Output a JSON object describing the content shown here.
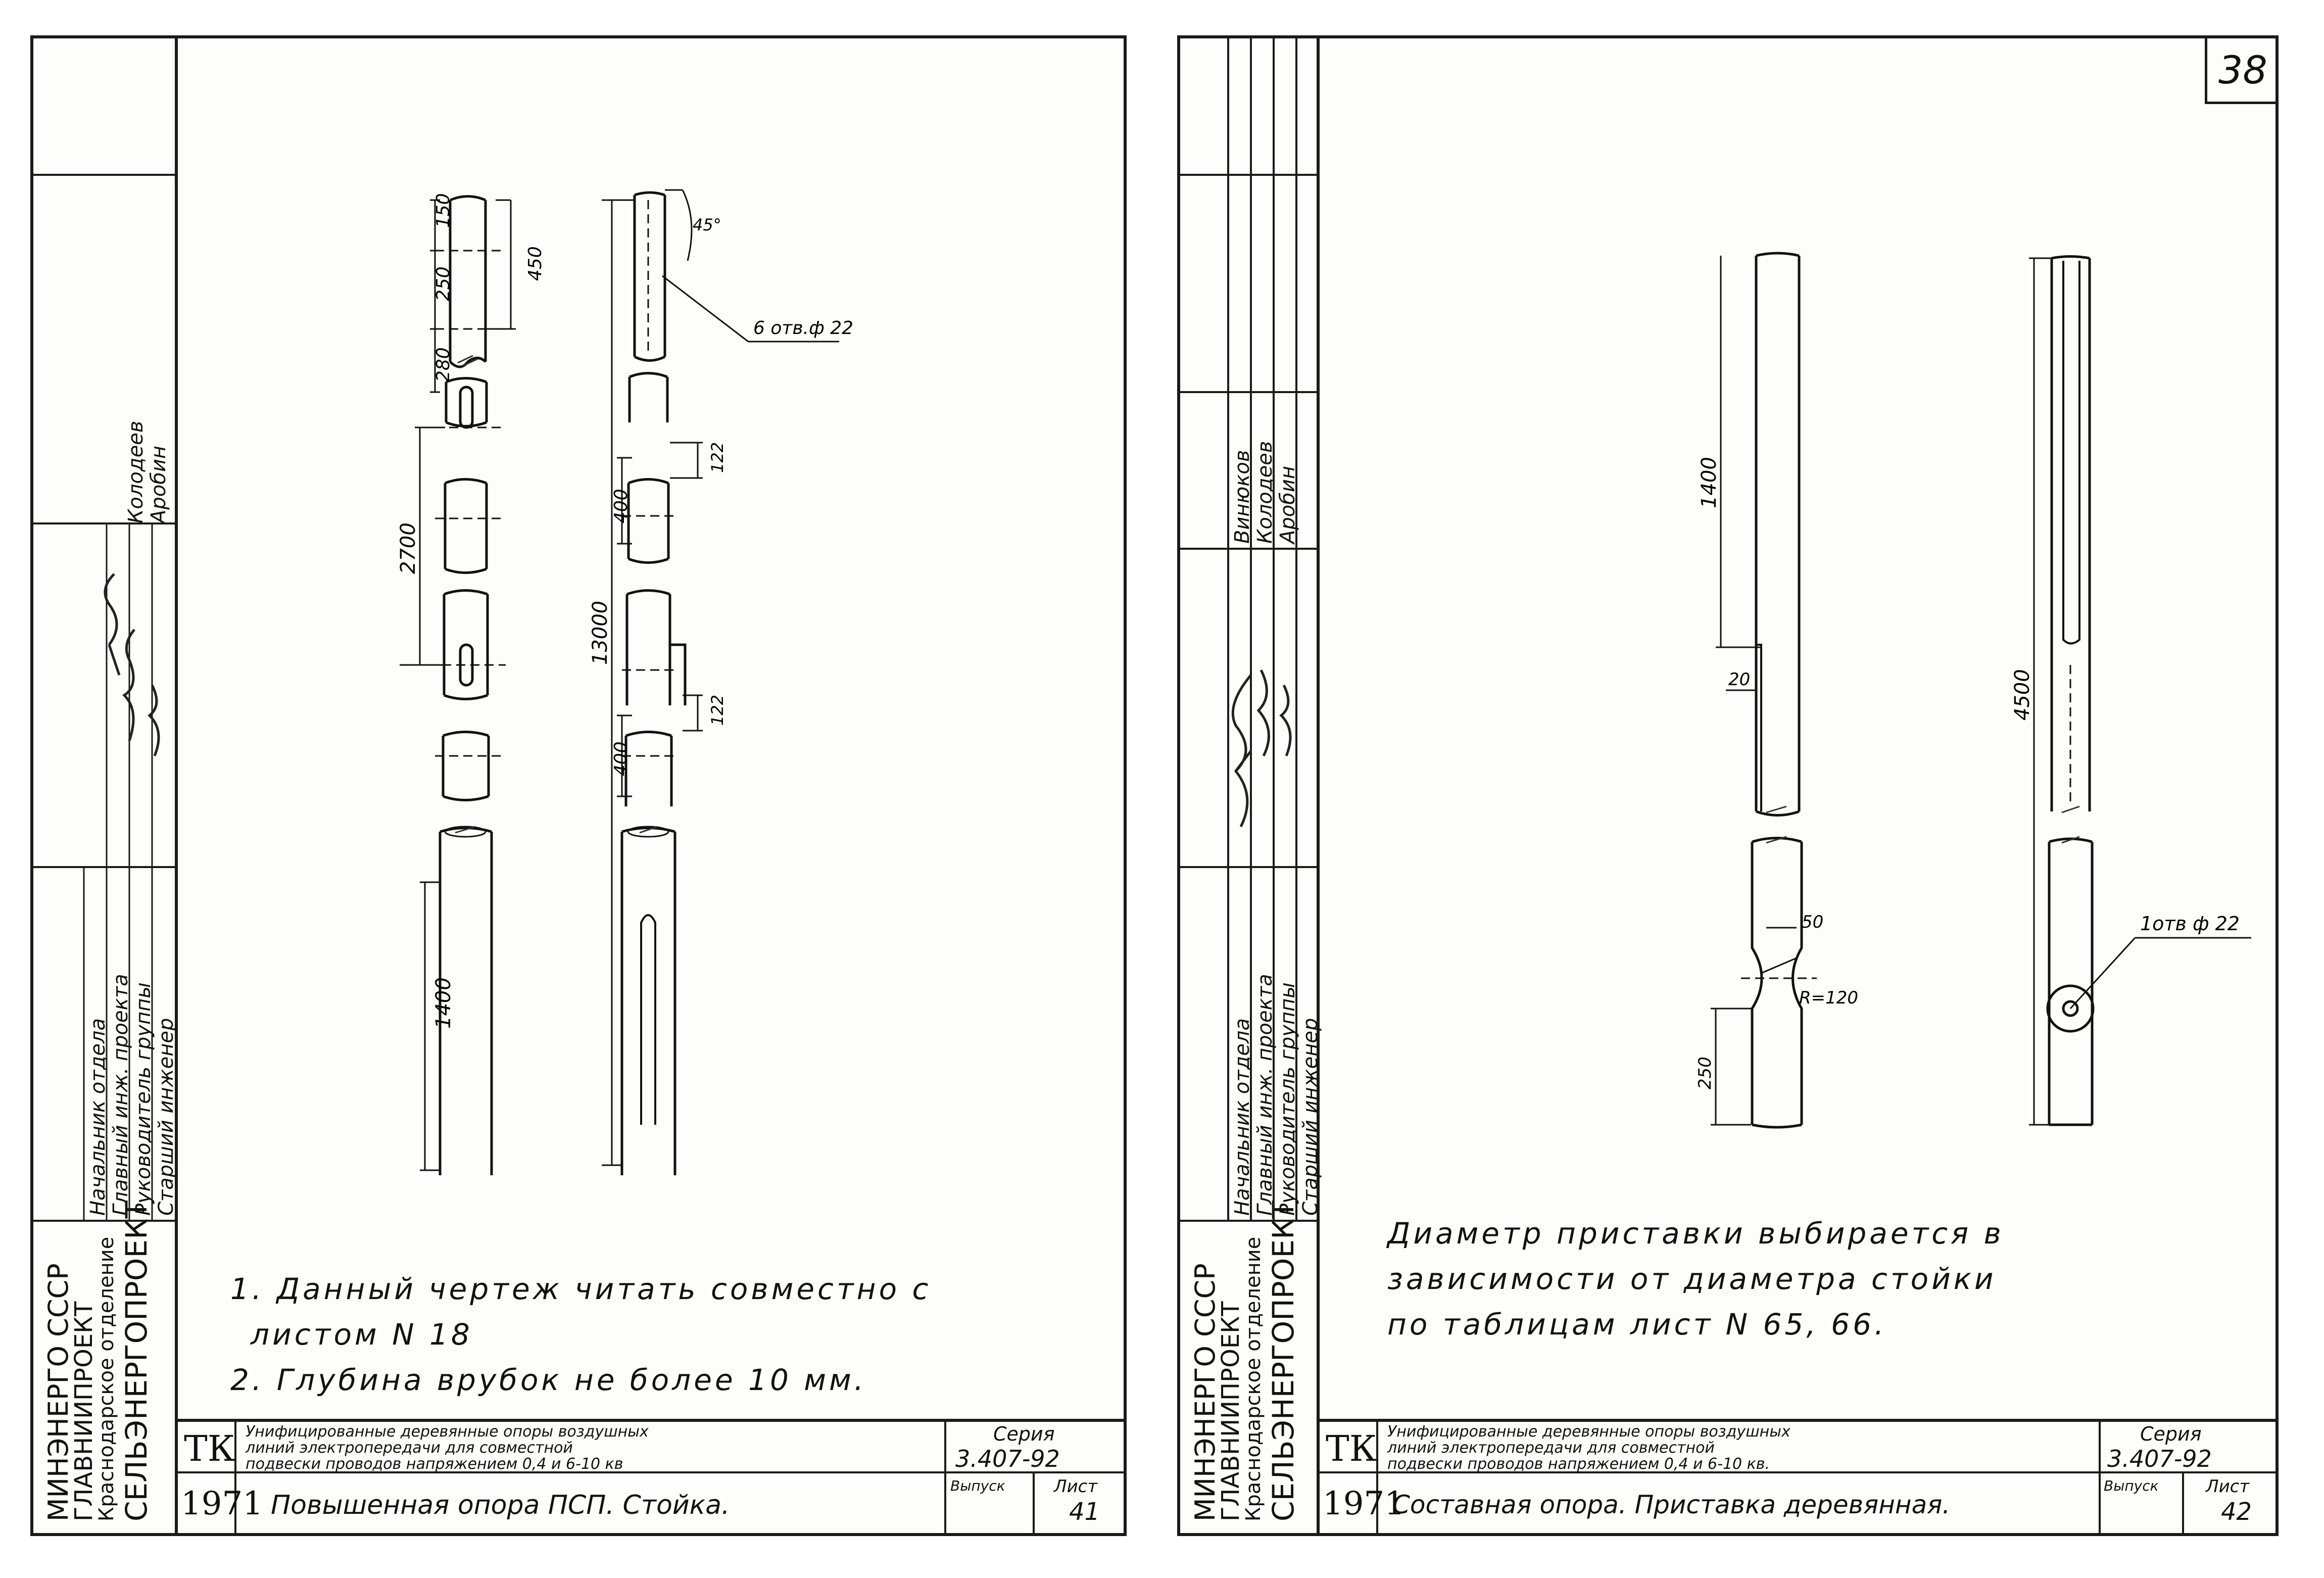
{
  "left_sheet": {
    "sidebar": {
      "org_lines": [
        "МИНЭНЕРГО СССР",
        "ГЛАВНИИПРОЕКТ",
        "Краснодарское отделение",
        "СЕЛЬЭНЕРГОПРОЕКТ"
      ],
      "roles": [
        "Начальник отдела",
        "Главный инж. проекта",
        "Руководитель группы",
        "Старший инженер"
      ],
      "names": [
        "Колодеев",
        "Аробин"
      ]
    },
    "dims": {
      "d150": "150",
      "d250": "250",
      "d450": "450",
      "d280": "280",
      "d2700": "2700",
      "d1400": "1400",
      "d13000": "13000",
      "d400a": "400",
      "d400b": "400",
      "d122a": "122",
      "d122b": "122",
      "angle": "45°",
      "holes": "6 отв.ф 22"
    },
    "notes": [
      "1. Данный чертеж читать совместно с",
      "листом N 18",
      "2. Глубина врубок не более 10 мм."
    ],
    "stamp": {
      "org_code": "ТК",
      "year": "1971",
      "title_lines": [
        "Унифицированные деревянные опоры воздушных",
        "линий электропередачи для совместной",
        "подвески проводов напряжением 0,4 и 6-10 кв"
      ],
      "drawing_name": "Повышенная опора ПСП. Стойка.",
      "series_label": "Серия",
      "series_value": "3.407-92",
      "issue_label": "Выпуск",
      "sheet_label": "Лист",
      "sheet_value": "41"
    }
  },
  "right_sheet": {
    "page_number": "38",
    "sidebar": {
      "org_lines": [
        "МИНЭНЕРГО СССР",
        "ГЛАВНИИПРОЕКТ",
        "Краснодарское отделение",
        "СЕЛЬЭНЕРГОПРОЕКТ"
      ],
      "roles": [
        "Начальник отдела",
        "Главный инж. проекта",
        "Руководитель группы",
        "Старший инженер"
      ],
      "names": [
        "Винюков",
        "Колодеев",
        "Аробин"
      ]
    },
    "dims": {
      "d1400": "1400",
      "d20": "20",
      "d50": "50",
      "r120": "R=120",
      "d250": "250",
      "d4500": "4500",
      "hole": "1отв ф 22"
    },
    "notes": [
      "Диаметр приставки выбирается в",
      "зависимости от диаметра стойки",
      "по таблицам лист N 65, 66."
    ],
    "stamp": {
      "org_code": "ТК",
      "year": "1971",
      "title_lines": [
        "Унифицированные деревянные опоры воздушных",
        "линий электропередачи для совместной",
        "подвески проводов напряжением 0,4 и 6-10 кв."
      ],
      "drawing_name": "Составная опора. Приставка деревянная.",
      "series_label": "Серия",
      "series_value": "3.407-92",
      "issue_label": "Выпуск",
      "sheet_label": "Лист",
      "sheet_value": "42"
    }
  }
}
